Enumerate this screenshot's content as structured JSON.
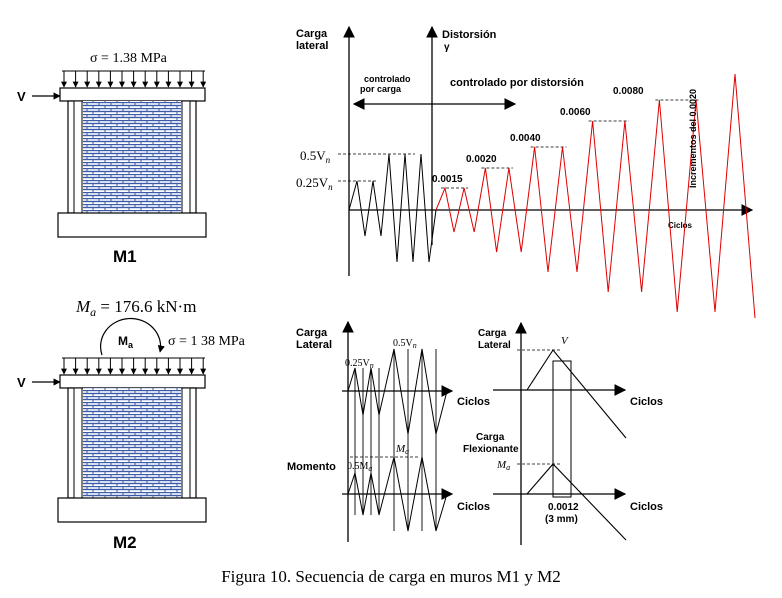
{
  "m1": {
    "label": "M1",
    "sigma_text": "σ = 1.38 MPa",
    "v_label": "V"
  },
  "m2": {
    "label": "M2",
    "moment_text": "M",
    "moment_sub": "a",
    "moment_value": " = 176.6 kN·m",
    "moment_arc_label": "M",
    "moment_arc_sub": "a",
    "sigma_text": "σ = 1 38 MPa",
    "v_label": "V"
  },
  "top_chart": {
    "y_label_line1": "Carga",
    "y_label_line2": "lateral",
    "y2_label_line1": "Distorsión",
    "y2_label_line2": "γ",
    "x_label": "Ciclos",
    "load_controlled_line1": "controlado",
    "load_controlled_line2": "por carga",
    "drift_controlled": "controlado por distorsión",
    "level_05": "0.5V",
    "level_025": "0.25V",
    "level_sub": "n",
    "drift_levels": [
      "0.0015",
      "0.0020",
      "0.0040",
      "0.0060",
      "0.0080"
    ],
    "increments_note": "Incrementos del 0.0020",
    "colors": {
      "load_controlled": "#000000",
      "drift_controlled": "#e00000"
    }
  },
  "bottom_left_chart": {
    "y_label_line1": "Carga",
    "y_label_line2": "Lateral",
    "label_025": "0.25V",
    "label_05": "0.5V",
    "label_sub_n": "n",
    "x_label_top": "Ciclos",
    "moment_label": "Momento",
    "label_05ma": "0.5M",
    "label_ma": "M",
    "label_sub_a": "a",
    "x_label_bottom": "Ciclos"
  },
  "bottom_right_chart": {
    "y_label_line1": "Carga",
    "y_label_line2": "Lateral",
    "v_label": "V",
    "x_label_top": "Ciclos",
    "flex_line1": "Carga",
    "flex_line2": "Flexionante",
    "ma_label": "M",
    "ma_sub": "a",
    "x_label_bottom": "Ciclos",
    "drift_line1": "0.0012",
    "drift_line2": "(3 mm)"
  },
  "caption": "Figura 10. Secuencia de carga en muros M1 y M2"
}
